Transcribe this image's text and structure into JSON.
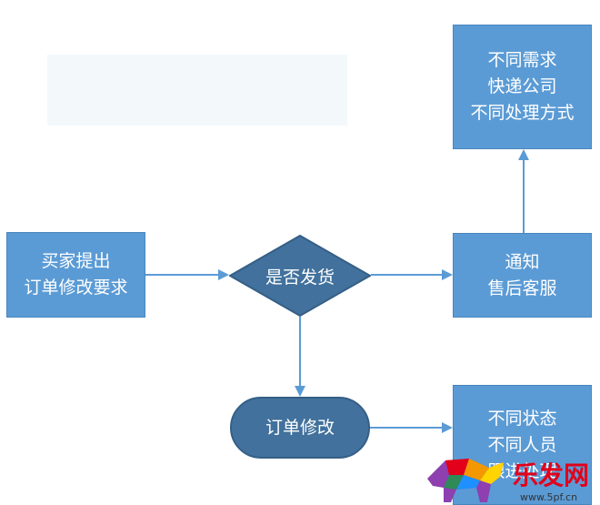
{
  "nodes": {
    "buyer_request": {
      "lines": [
        "买家提出",
        "订单修改要求"
      ]
    },
    "shipped_check": {
      "label": "是否发货"
    },
    "notify_service": {
      "lines": [
        "通知",
        "售后客服"
      ]
    },
    "different_needs": {
      "lines": [
        "不同需求",
        "快递公司",
        "不同处理方式"
      ]
    },
    "modify_order": {
      "label": "订单修改"
    },
    "status_follow": {
      "lines": [
        "不同状态",
        "不同人员",
        "跟进处理"
      ]
    }
  },
  "watermark": {
    "text": "乐发网",
    "url": "www.5pf.cn"
  },
  "colors": {
    "box_fill": "#5b9bd5",
    "decision_fill": "#41719c",
    "connector": "#5b9bd5",
    "logo_text": "#e2001a"
  }
}
